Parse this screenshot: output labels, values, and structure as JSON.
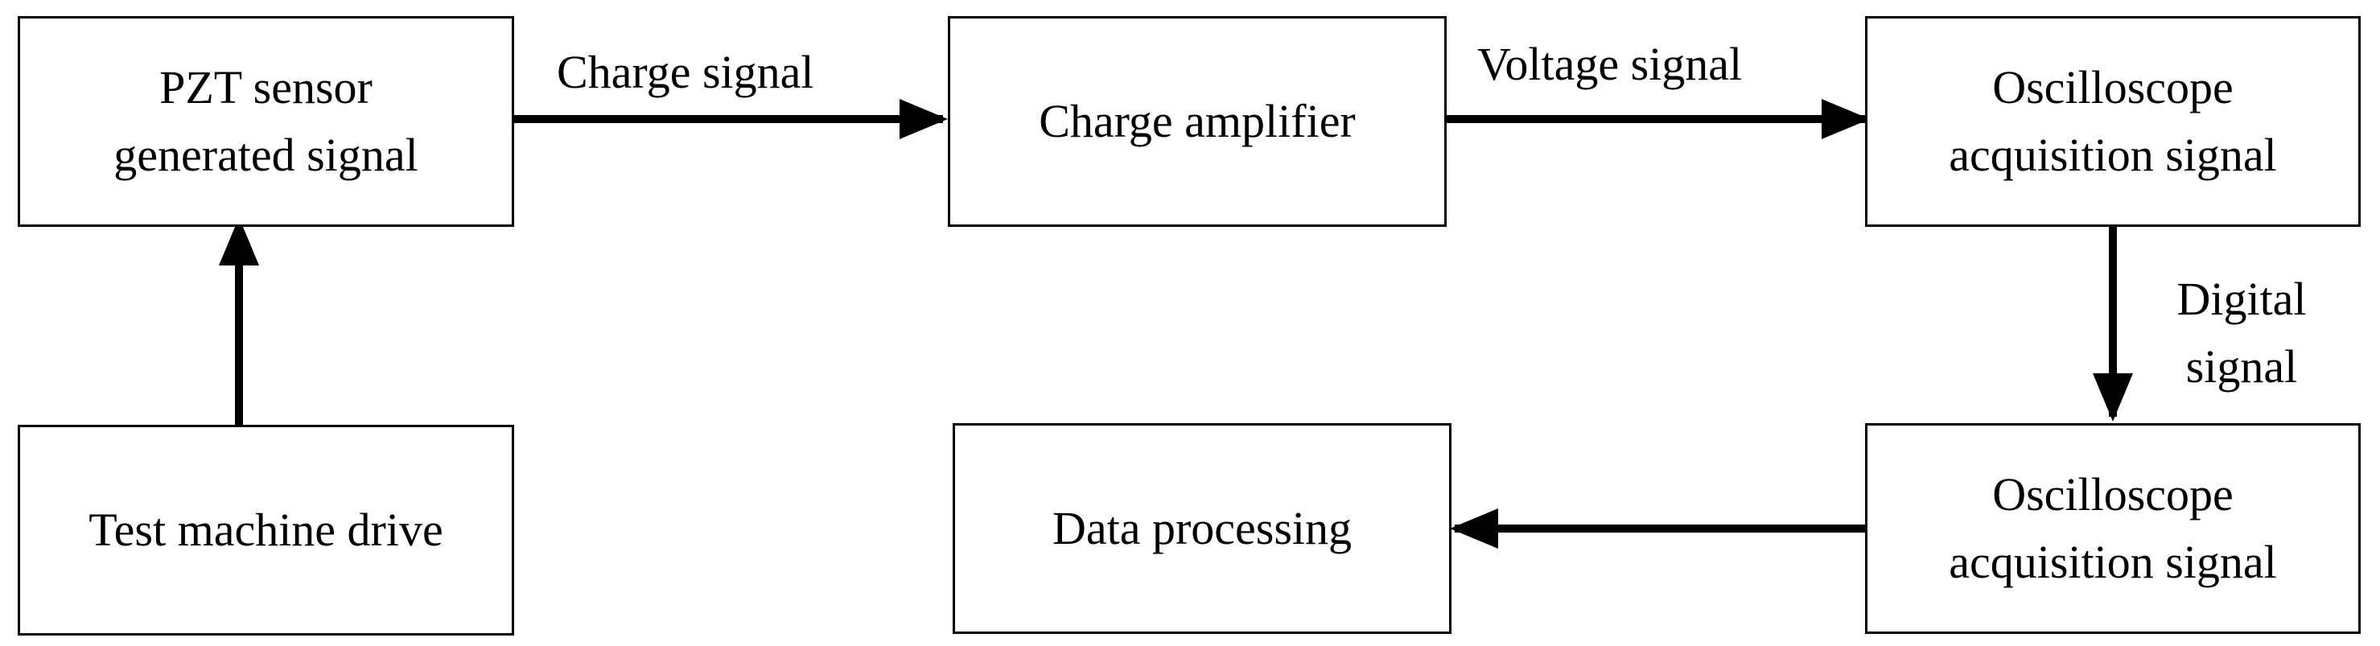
{
  "nodes": {
    "pzt_sensor": {
      "lines": [
        "PZT sensor",
        "generated signal"
      ]
    },
    "charge_amplifier": {
      "lines": [
        "Charge amplifier"
      ]
    },
    "oscilloscope_top": {
      "lines": [
        "Oscilloscope",
        "acquisition signal"
      ]
    },
    "test_machine": {
      "lines": [
        "Test machine drive"
      ]
    },
    "data_processing": {
      "lines": [
        "Data processing"
      ]
    },
    "oscilloscope_bottom": {
      "lines": [
        "Oscilloscope",
        "acquisition signal"
      ]
    }
  },
  "edges": {
    "charge_signal": {
      "label": "Charge signal"
    },
    "voltage_signal": {
      "label": "Voltage signal"
    },
    "digital_signal": {
      "lines": [
        "Digital",
        "signal"
      ]
    },
    "drive": {
      "label": ""
    },
    "to_processing": {
      "label": ""
    }
  },
  "colors": {
    "stroke": "#000000",
    "background": "#ffffff"
  }
}
